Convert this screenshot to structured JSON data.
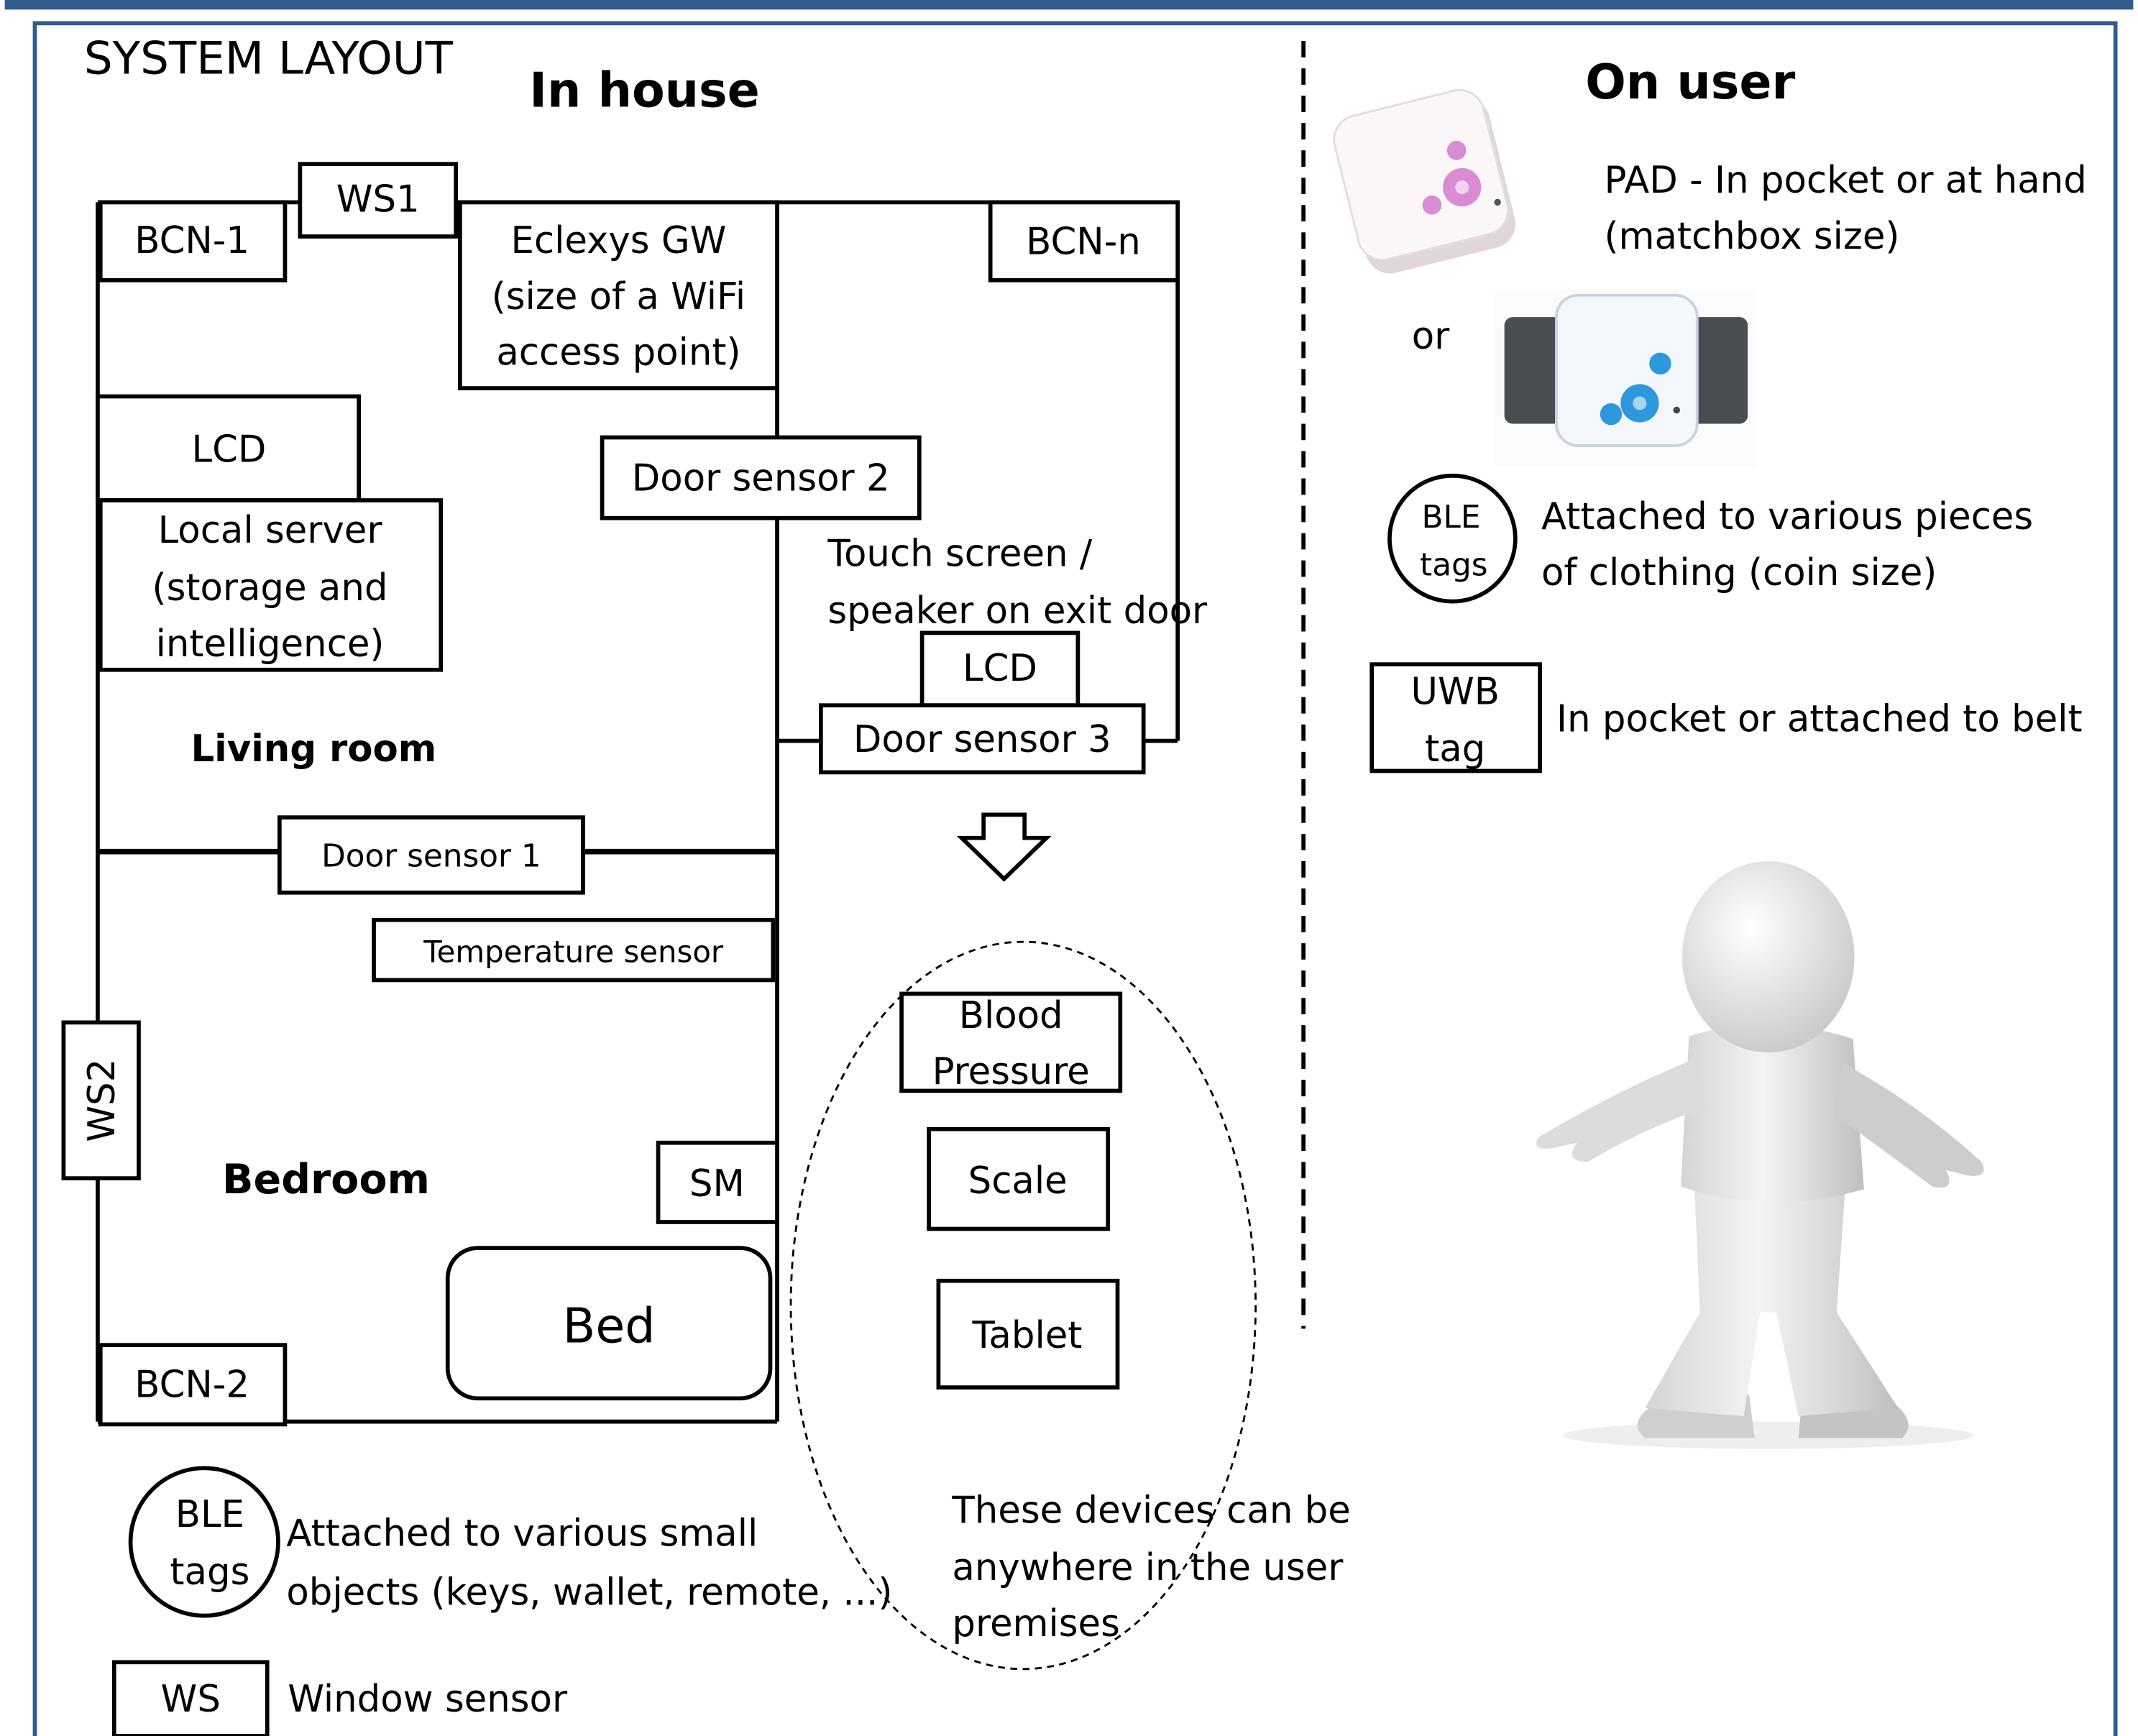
{
  "title": "SYSTEM LAYOUT",
  "sections": {
    "in_house": "In house",
    "on_user": "On user"
  },
  "rooms": {
    "living_room": "Living room",
    "bedroom": "Bedroom"
  },
  "devices": {
    "bcn1": "BCN-1",
    "ws1": "WS1",
    "gateway": [
      "Eclexys GW",
      "(size of a WiFi",
      "access point)"
    ],
    "bcnn": "BCN-n",
    "lcd_living": "LCD",
    "door_sensor_2": "Door sensor 2",
    "local_server": [
      "Local server",
      "(storage and",
      "intelligence)"
    ],
    "touch_screen": [
      "Touch screen /",
      "speaker on exit door"
    ],
    "lcd_exit": "LCD",
    "door_sensor_3": "Door sensor 3",
    "door_sensor_1": "Door sensor 1",
    "temperature_sensor": "Temperature sensor",
    "ws2": "WS2",
    "sm": "SM",
    "bed": "Bed",
    "bcn2": "BCN-2"
  },
  "portable_devices": {
    "blood_pressure": [
      "Blood",
      "Pressure"
    ],
    "scale": "Scale",
    "tablet": "Tablet",
    "note": [
      "These devices can be",
      "anywhere  in the user",
      "premises"
    ]
  },
  "legend": {
    "ble_tags": [
      "BLE",
      "tags"
    ],
    "ble_description": [
      "Attached to various small",
      "objects (keys, wallet, remote, ...)"
    ],
    "ws": "WS",
    "ws_description": "Window sensor"
  },
  "on_user": {
    "pad_description": [
      "PAD - In pocket or at hand",
      "(matchbox size)"
    ],
    "or": "or",
    "ble_tags": [
      "BLE",
      "tags"
    ],
    "ble_description": [
      "Attached to various pieces",
      "of clothing (coin size)"
    ],
    "uwb_tag": [
      "UWB",
      "tag"
    ],
    "uwb_description": "In pocket or attached to belt"
  },
  "colors": {
    "banner": "#2e5c8e",
    "frame_border": "#2e5c8e",
    "line": "#000000",
    "pad_device_body": "#fbf7f9",
    "pad_device_buttons": "#d98bd3",
    "wrist_device_body": "#f4f7fb",
    "wrist_device_buttons": "#2f97db",
    "wrist_strap": "#4a4d52",
    "figure_body": "#e2e2e2"
  },
  "icons": {
    "pad": "pad-device-icon",
    "wrist": "wrist-device-icon",
    "person": "person-figure-icon",
    "arrow": "arrow-down-icon"
  }
}
